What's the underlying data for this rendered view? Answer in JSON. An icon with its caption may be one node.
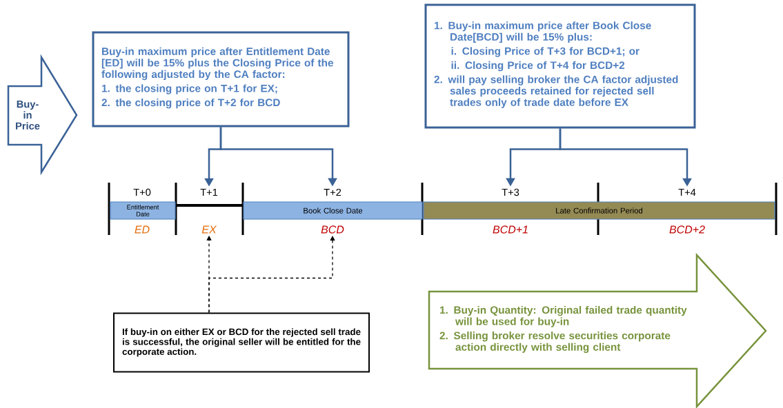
{
  "diagram": {
    "nodes": [
      {
        "text": [
          "Buy-in Price"
        ]
      },
      {
        "text": [
          "Buy-in maximum price after Entitlement Date [ED] will be 15% plus the Closing Price of the following adjusted by the CA factor:",
          "1. the closing price on T+1 for EX;",
          "2. the closing price of T+2 for BCD"
        ]
      },
      {
        "text": [
          "1. Buy-in maximum price after Book Close Date[BCD] will be 15% plus:",
          "i. Closing Price of T+3 for BCD+1; or",
          "ii. Closing Price of T+4 for BCD+2",
          "2. will pay selling broker the CA factor adjusted sales proceeds retained for rejected sell trades only of trade date before EX"
        ]
      },
      {
        "text": [
          "T+0"
        ]
      },
      {
        "text": [
          "T+1"
        ]
      },
      {
        "text": [
          "T+2"
        ]
      },
      {
        "text": [
          "T+3"
        ]
      },
      {
        "text": [
          "T+4"
        ]
      },
      {
        "text": [
          "Entitlement Date"
        ]
      },
      {
        "text": [
          "Book Close Date"
        ]
      },
      {
        "text": [
          "Late Confirmation Period"
        ]
      },
      {
        "text": [
          "ED"
        ]
      },
      {
        "text": [
          "EX"
        ]
      },
      {
        "text": [
          "BCD"
        ]
      },
      {
        "text": [
          "BCD+1"
        ]
      },
      {
        "text": [
          "BCD+2"
        ]
      },
      {
        "text": [
          "If buy-in on either EX or BCD for the rejected sell trade is successful, the original seller will be entitled for the corporate action."
        ]
      },
      {
        "text": [
          "1. Buy-in Quantity: Original failed trade quantity will be used for buy-in",
          "2. Selling broker resolve securities corporate action directly with selling client"
        ]
      }
    ],
    "edges": [
      {
        "from": 1,
        "to": 4,
        "arrow": "to"
      },
      {
        "from": 1,
        "to": 5,
        "arrow": "to"
      },
      {
        "from": 2,
        "to": 6,
        "arrow": "to"
      },
      {
        "from": 2,
        "to": 7,
        "arrow": "to"
      },
      {
        "from": 16,
        "to": 12,
        "arrow": "to",
        "style": "dashed",
        "color": "#000000"
      },
      {
        "from": 16,
        "to": 13,
        "arrow": "to",
        "style": "dashed",
        "color": "#000000"
      }
    ]
  }
}
